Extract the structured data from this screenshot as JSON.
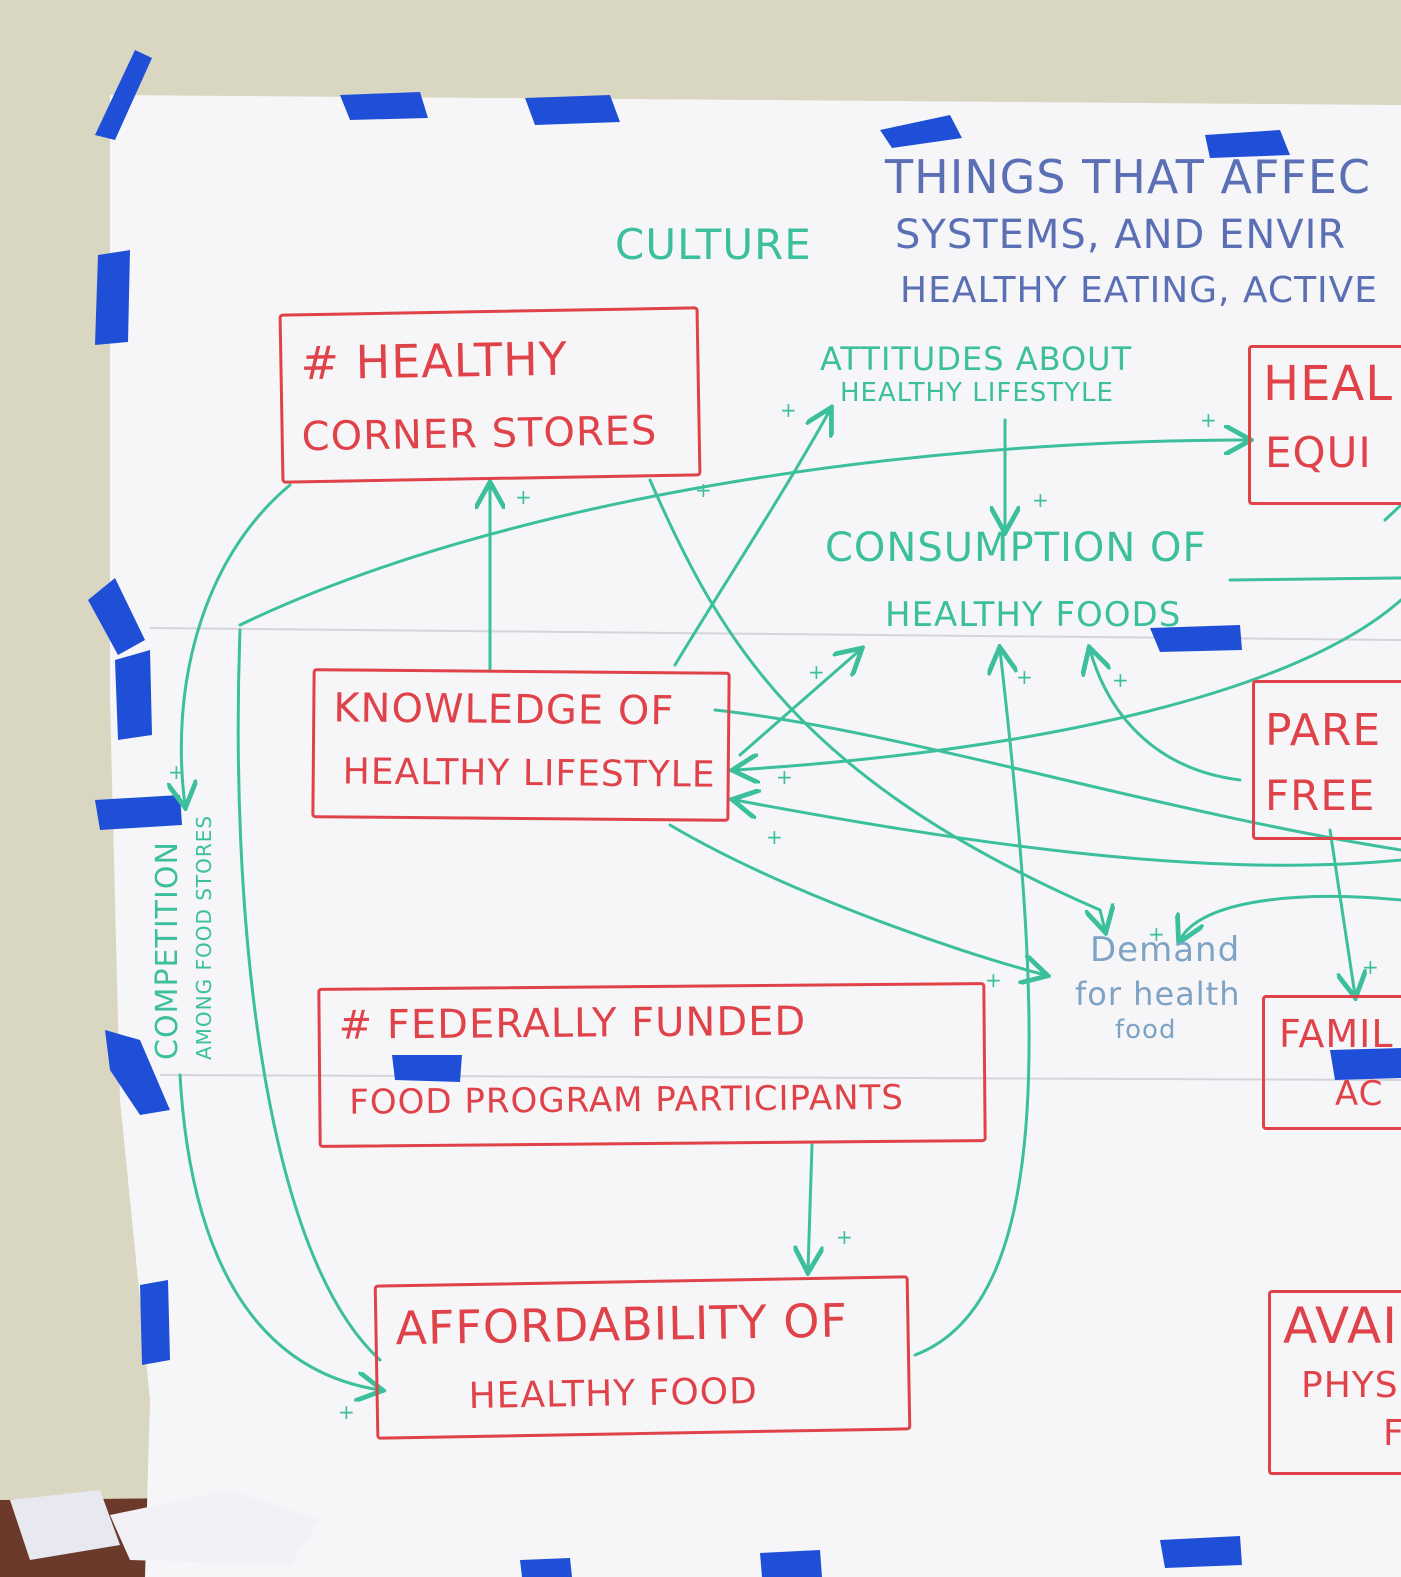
{
  "title": {
    "line1": "THINGS THAT AFFEC",
    "line2": "SYSTEMS, AND ENVIR",
    "line3": "HEALTHY EATING, ACTIVE"
  },
  "factors": {
    "culture": "CULTURE",
    "attitudes": [
      "ATTITUDES ABOUT",
      "HEALTHY LIFESTYLE"
    ],
    "consumption": [
      "CONSUMPTION OF",
      "HEALTHY FOODS"
    ],
    "demand": [
      "Demand",
      "for health",
      "food"
    ],
    "competition": [
      "COMPETITION",
      "AMONG FOOD STORES"
    ]
  },
  "boxes": {
    "corner_stores": [
      "# HEALTHY",
      "CORNER STORES"
    ],
    "knowledge": [
      "KNOWLEDGE OF",
      "HEALTHY LIFESTYLE"
    ],
    "federal": [
      "# FEDERALLY FUNDED",
      "FOOD PROGRAM PARTICIPANTS"
    ],
    "affordability": [
      "AFFORDABILITY OF",
      "HEALTHY FOOD"
    ],
    "health_equity": [
      "HEAL",
      "EQUI"
    ],
    "parent": [
      "PARE",
      "FREE"
    ],
    "family": [
      "FAMIL",
      "AC"
    ],
    "availability": [
      "AVAI",
      "PHYS",
      "F"
    ]
  },
  "link_sign": "+",
  "colors": {
    "wall": "#d9d6c2",
    "paper": "#f6f6f8",
    "tape": "#1f4fd6",
    "box_red": "#e0424a",
    "arrow_teal": "#3cbf9c",
    "title_blue": "#5a6fb4"
  }
}
